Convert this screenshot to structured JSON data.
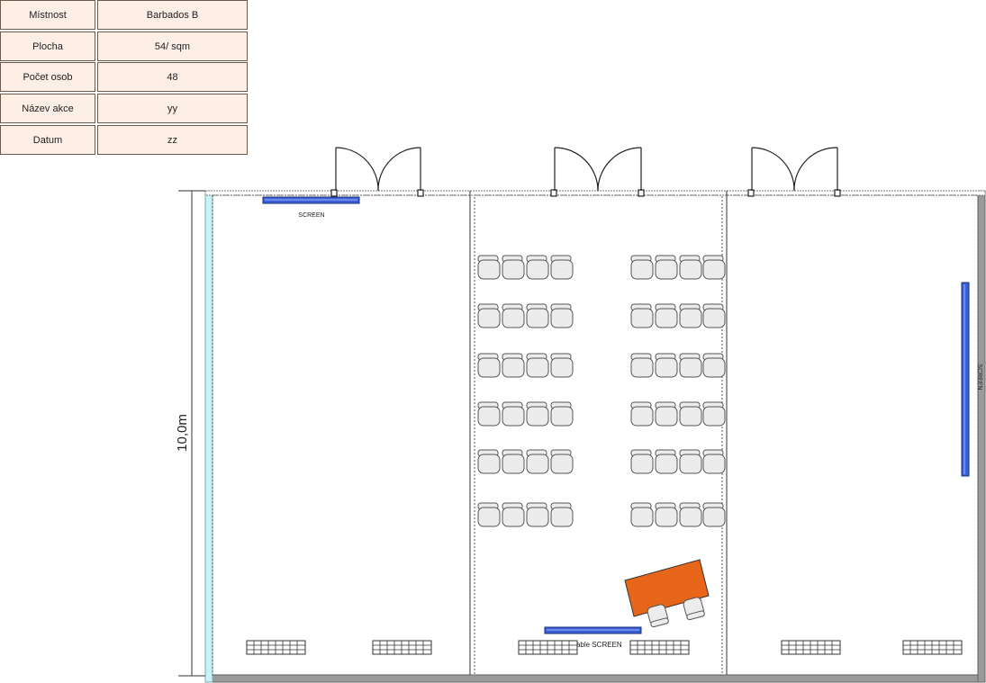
{
  "info": [
    {
      "label": "Místnost",
      "value": "Barbados B"
    },
    {
      "label": "Plocha",
      "value": "54/ sqm"
    },
    {
      "label": "Počet osob",
      "value": "48"
    },
    {
      "label": "Název akce",
      "value": "yy"
    },
    {
      "label": "Datum",
      "value": "zz"
    }
  ],
  "plan": {
    "dimension_label": "10,0m",
    "screen_left_label": "SCREEN",
    "screen_right_label": "SCREEN",
    "portable_screen_label": "Portable SCREEN",
    "chair_count": 48,
    "colors": {
      "table": "#e8661a",
      "screen": "#3b5fd6",
      "window_strip": "#c8f2f8",
      "outer_wall": "#9a9a9a",
      "table_header_fill": "#fdeee6"
    }
  }
}
